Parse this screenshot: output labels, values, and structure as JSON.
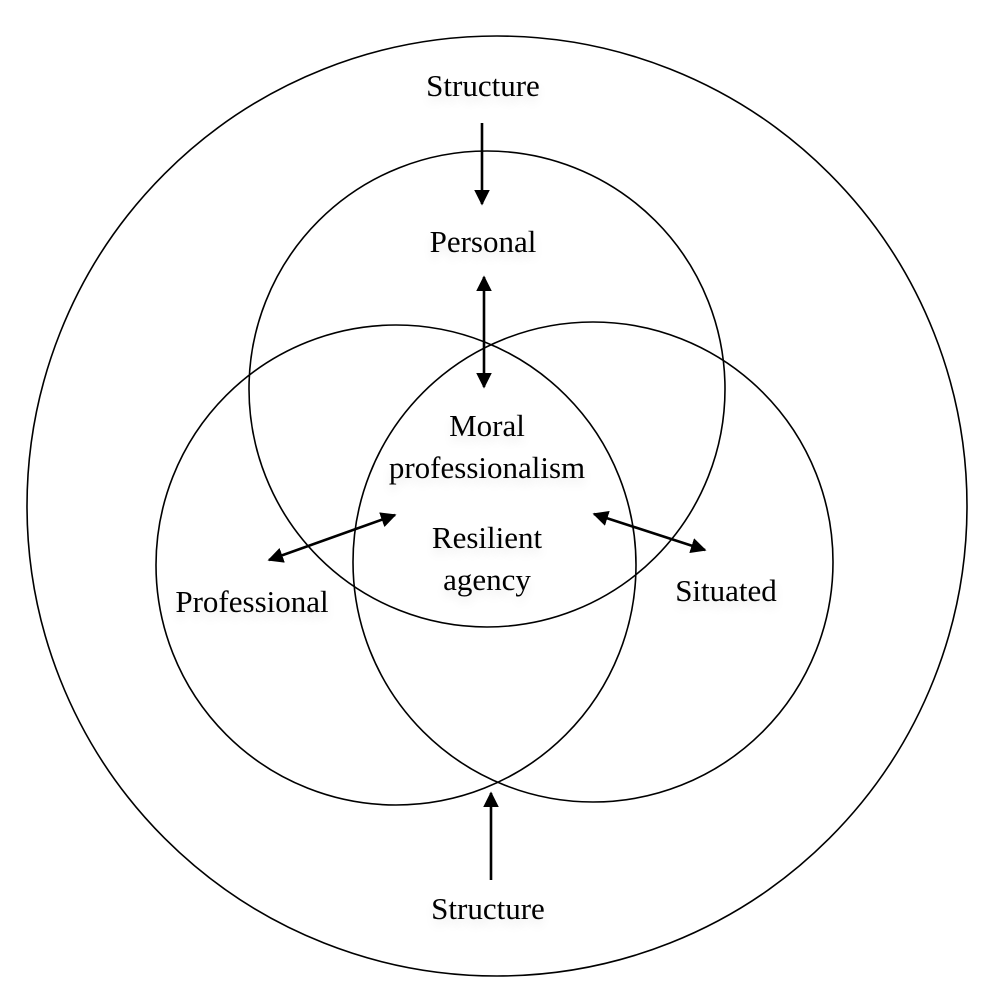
{
  "labels": {
    "structure_top": "Structure",
    "personal": "Personal",
    "moral_line1": "Moral",
    "moral_line2": "professionalism",
    "resilient_line1": "Resilient",
    "resilient_line2": "agency",
    "professional": "Professional",
    "situated": "Situated",
    "structure_bottom": "Structure"
  },
  "colors": {
    "stroke": "#000000",
    "background": "#ffffff"
  }
}
